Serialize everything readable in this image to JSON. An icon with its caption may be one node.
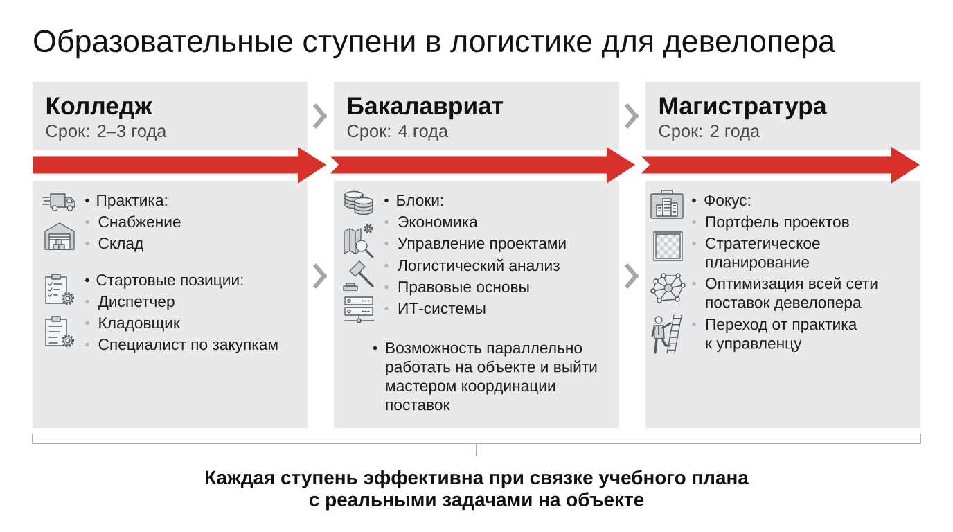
{
  "diagram": {
    "title": "Образовательные ступени в логистике для девелопера",
    "nodes": [
      {
        "text": [
          "Колледж",
          "Срок: 2–3 года"
        ]
      },
      {
        "text": [
          "Практика:",
          "Снабжение",
          "Склад",
          "Стартовые позиции:",
          "Диспетчер",
          "Кладовщик",
          "Специалист по закупкам"
        ]
      },
      {
        "text": [
          "Бакалавриат",
          "Срок: 4 года"
        ]
      },
      {
        "text": [
          "Блоки:",
          "Экономика",
          "Управление проектами",
          "Логистический анализ",
          "Правовые основы",
          "ИТ-системы",
          "Возможность параллельно работать на объекте и выйти мастером координации поставок"
        ]
      },
      {
        "text": [
          "Магистратура",
          "Срок: 2 года"
        ]
      },
      {
        "text": [
          "Фокус:",
          "Портфель проектов",
          "Стратегическое планирование",
          "Оптимизация всей сети поставок девелопера",
          "Переход от практика к управленцу"
        ]
      },
      {
        "text": [],
        "shape": "arrow"
      },
      {
        "text": [],
        "shape": "arrow"
      },
      {
        "text": [],
        "shape": "arrow"
      }
    ],
    "edges": [
      {
        "from": 0,
        "to": 2,
        "arrow": "to"
      },
      {
        "from": 2,
        "to": 4,
        "arrow": "to"
      },
      {
        "from": 1,
        "to": 3,
        "arrow": "to"
      },
      {
        "from": 3,
        "to": 5,
        "arrow": "to"
      }
    ],
    "caption": "Каждая ступень эффективна при связке учебного плана с реальными задачами на объекте"
  }
}
